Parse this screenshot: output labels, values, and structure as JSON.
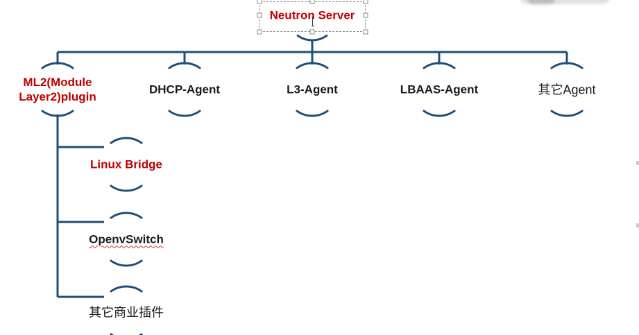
{
  "diagram": {
    "root": {
      "id": "neutron-server",
      "label": "Neutron Server",
      "color": "#c00000"
    },
    "agents": [
      {
        "id": "ml2-plugin",
        "label": "ML2(Module\nLayer2)plugin",
        "color": "#c00000"
      },
      {
        "id": "dhcp-agent",
        "label": "DHCP-Agent",
        "color": "#1a1a1a"
      },
      {
        "id": "l3-agent",
        "label": "L3-Agent",
        "color": "#1a1a1a"
      },
      {
        "id": "lbaas-agent",
        "label": "LBAAS-Agent",
        "color": "#1a1a1a"
      },
      {
        "id": "other-agent",
        "label": "其它Agent",
        "color": "#1a1a1a"
      }
    ],
    "plugins": [
      {
        "id": "linux-bridge",
        "label": "Linux Bridge",
        "color": "#c00000"
      },
      {
        "id": "openvswitch",
        "label": "OpenvSwitch",
        "color": "#1a1a1a"
      },
      {
        "id": "other-commercial-plugins",
        "label": "其它商业插件",
        "color": "#1a1a1a"
      }
    ],
    "line_color": "#1f4e79"
  }
}
